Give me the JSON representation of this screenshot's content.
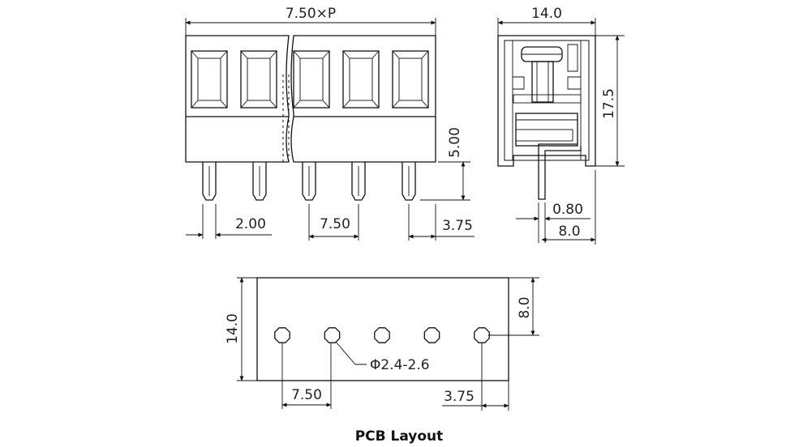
{
  "front_view": {
    "width_label": "7.50×P",
    "pin_height_label": "5.00",
    "pin_pitch_label": "7.50",
    "pin_to_edge_label": "2.00",
    "edge_offset_label": "3.75"
  },
  "side_view": {
    "depth_label": "14.0",
    "height_label": "17.5",
    "pin_thickness_label": "0.80",
    "pin_offset_label": "8.0"
  },
  "pcb_layout": {
    "caption": "PCB Layout",
    "width_label": "14.0",
    "row_offset_label": "8.0",
    "hole_diameter_label": "Φ2.4-2.6",
    "hole_pitch_label": "7.50",
    "edge_offset_label": "3.75",
    "hole_count": 5
  }
}
